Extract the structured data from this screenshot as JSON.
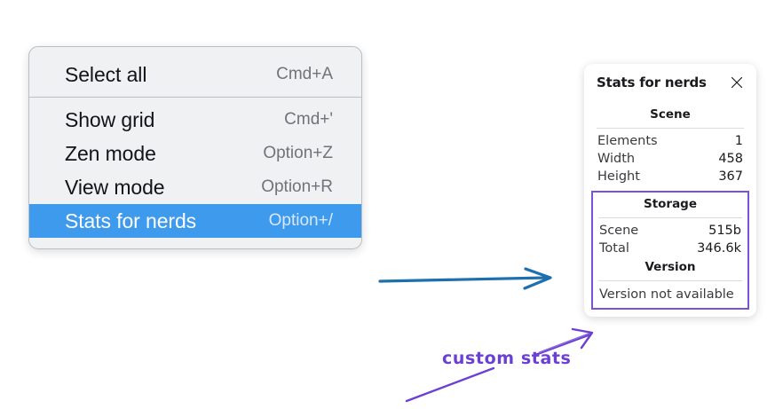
{
  "context_menu": {
    "groups": [
      {
        "items": [
          {
            "label": "Select all",
            "shortcut": "Cmd+A",
            "selected": false
          }
        ]
      },
      {
        "items": [
          {
            "label": "Show grid",
            "shortcut": "Cmd+'",
            "selected": false
          },
          {
            "label": "Zen mode",
            "shortcut": "Option+Z",
            "selected": false
          },
          {
            "label": "View mode",
            "shortcut": "Option+R",
            "selected": false
          },
          {
            "label": "Stats for nerds",
            "shortcut": "Option+/",
            "selected": true
          }
        ]
      }
    ],
    "highlight_color": "#3d9aec",
    "background_color": "#f0f1f2"
  },
  "stats_panel": {
    "title": "Stats for nerds",
    "close_icon": "close-icon",
    "sections": [
      {
        "title": "Scene",
        "rows": [
          {
            "key": "Elements",
            "value": "1"
          },
          {
            "key": "Width",
            "value": "458"
          },
          {
            "key": "Height",
            "value": "367"
          }
        ]
      },
      {
        "title": "Storage",
        "rows": [
          {
            "key": "Scene",
            "value": "515b"
          },
          {
            "key": "Total",
            "value": "346.6k"
          }
        ]
      },
      {
        "title": "Version",
        "note": "Version not available"
      }
    ],
    "highlight_border_color": "#7a52d6"
  },
  "annotations": {
    "handwritten_label": "custom stats",
    "blue_arrow_color": "#1d6fad",
    "purple_arrow_color": "#6b3fd4"
  }
}
